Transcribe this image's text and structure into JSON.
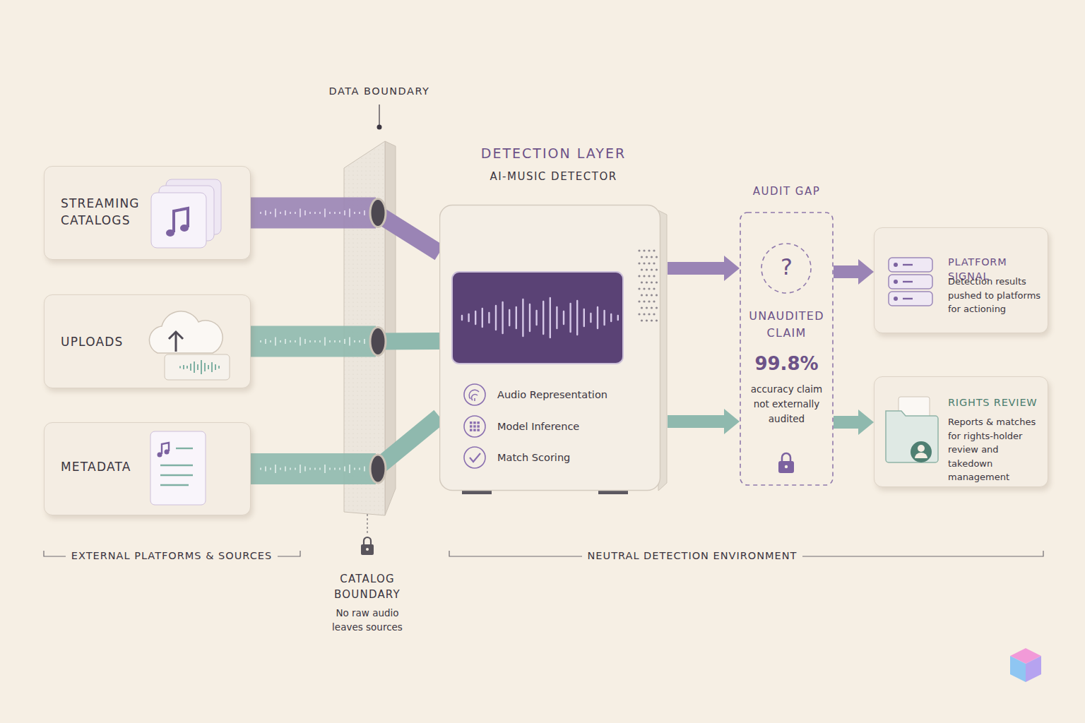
{
  "diagram": {
    "nodes": [
      {
        "text": [
          "STREAMING CATALOGS"
        ]
      },
      {
        "text": [
          "UPLOADS"
        ]
      },
      {
        "text": [
          "METADATA"
        ]
      },
      {
        "text": [
          "DETECTION LAYER",
          "AI-MUSIC DETECTOR",
          "Audio Representation",
          "Model Inference",
          "Match Scoring"
        ]
      },
      {
        "text": [
          "AUDIT GAP",
          "?",
          "UNAUDITED CLAIM",
          "99.8%",
          "accuracy claim not externally audited"
        ]
      },
      {
        "text": [
          "PLATFORM SIGNAL",
          "Detection results pushed to platforms for actioning"
        ]
      },
      {
        "text": [
          "RIGHTS REVIEW",
          "Reports & matches for rights-holder review and takedown management"
        ]
      }
    ],
    "edges": [
      {
        "from": 0,
        "to": 3,
        "arrow": "none"
      },
      {
        "from": 1,
        "to": 3,
        "arrow": "none"
      },
      {
        "from": 2,
        "to": 3,
        "arrow": "none"
      },
      {
        "from": 3,
        "to": 4,
        "arrow": "to"
      },
      {
        "from": 3,
        "to": 4,
        "arrow": "to"
      },
      {
        "from": 4,
        "to": 5,
        "arrow": "to"
      },
      {
        "from": 4,
        "to": 6,
        "arrow": "to"
      }
    ],
    "labels": [
      "DATA BOUNDARY",
      "CATALOG BOUNDARY",
      "No raw audio leaves sources",
      "EXTERNAL PLATFORMS & SOURCES",
      "NEUTRAL DETECTION ENVIRONMENT"
    ]
  }
}
